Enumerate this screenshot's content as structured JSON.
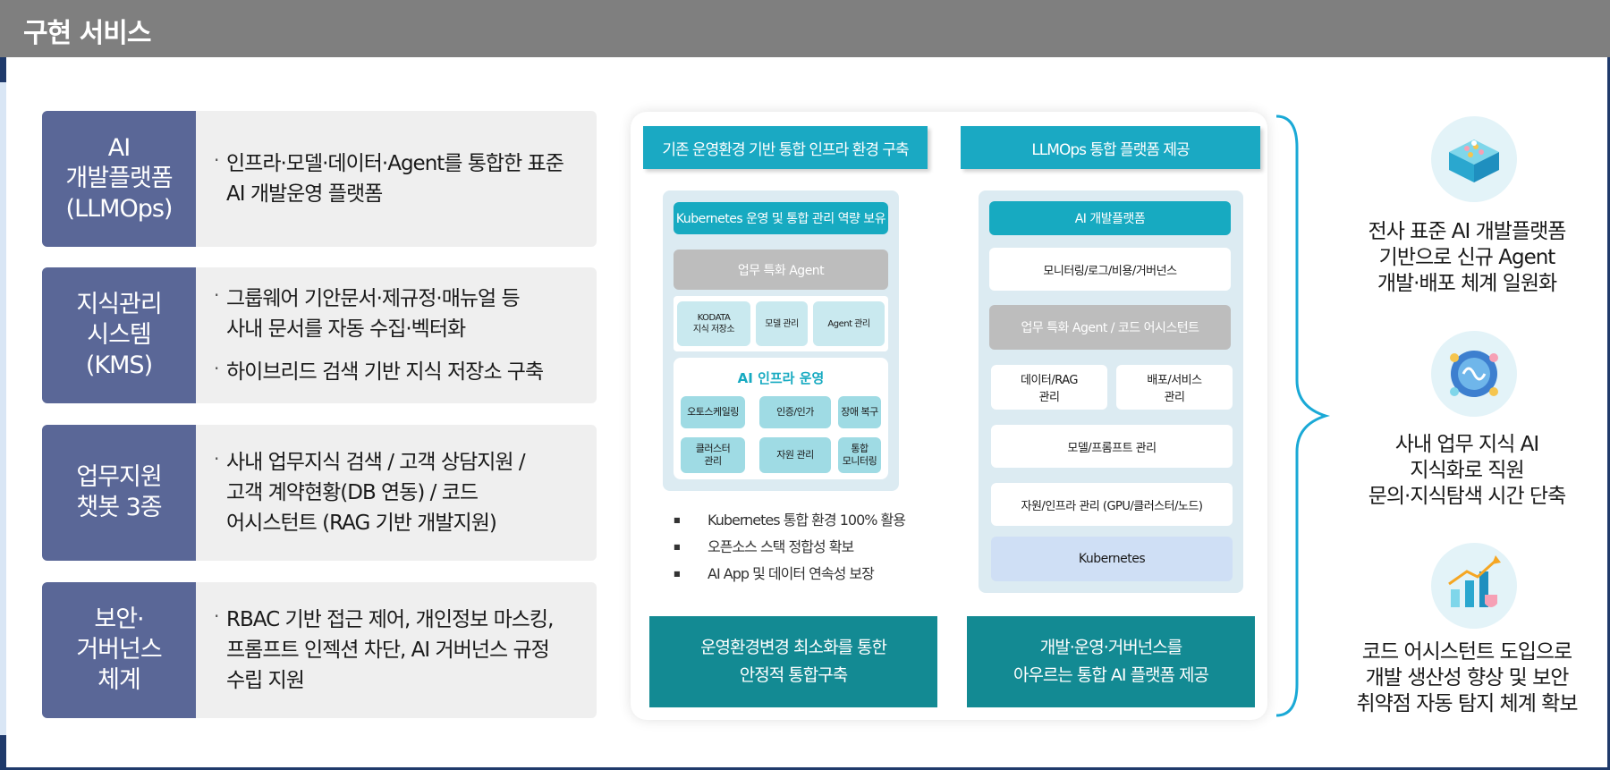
{
  "header": {
    "title": "구현 서비스"
  },
  "rows": [
    {
      "label": "AI\n개발플랫폼\n(LLMOps)",
      "bullets": [
        "인프라·모델·데이터·Agent를 통합한 표준\nAI 개발운영 플랫폼"
      ]
    },
    {
      "label": "지식관리\n시스템\n(KMS)",
      "bullets": [
        "그룹웨어 기안문서·제규정·매뉴얼 등\n사내 문서를 자동 수집·벡터화",
        "하이브리드 검색 기반 지식 저장소 구축"
      ]
    },
    {
      "label": "업무지원\n챗봇 3종",
      "bullets": [
        "사내 업무지식 검색 / 고객 상담지원 /\n고객 계약현황(DB 연동) / 코드\n어시스턴트 (RAG 기반 개발지원)"
      ]
    },
    {
      "label": "보안·\n거버넌스\n체계",
      "bullets": [
        "RBAC 기반 접근 제어, 개인정보 마스킹,\n프롬프트 인젝션 차단, AI 거버넌스 규정\n수립 지원"
      ]
    }
  ],
  "middle": {
    "left": {
      "header": "기존 운영환경 기반 통합 인프라 환경 구축",
      "k8s_box": "Kubernetes 운영 및 통합 관리 역량 보유",
      "agent_box": "업무 특화 Agent",
      "small_boxes": [
        "KODATA\n지식 저장소",
        "모델 관리",
        "Agent 관리"
      ],
      "infra_title": "AI 인프라 운영",
      "infra_cells": [
        "오토스케일링",
        "인증/인가",
        "장애 복구",
        "클러스터\n관리",
        "자원 관리",
        "통합\n모니터링"
      ],
      "list": [
        "Kubernetes 통합 환경 100% 활용",
        "오픈소스 스택 정합성 확보",
        "AI App 및 데이터 연속성 보장"
      ],
      "bottom": "운영환경변경 최소화를 통한\n안정적 통합구축"
    },
    "right": {
      "header": "LLMOps 통합 플랫폼 제공",
      "platform_box": "AI 개발플랫폼",
      "monitor_box": "모니터링/로그/비용/거버넌스",
      "agent_box": "업무 특화 Agent / 코드 어시스턴트",
      "data_box": "데이터/RAG\n관리",
      "deploy_box": "배포/서비스\n관리",
      "model_box": "모델/프롬프트 관리",
      "resource_box": "자원/인프라 관리 (GPU/클러스터/노드)",
      "k8s_box": "Kubernetes",
      "bottom": "개발·운영·거버넌스를\n아우르는 통합 AI 플랫폼 제공"
    }
  },
  "effects": [
    {
      "icon": "platform-cube-icon",
      "text": "전사 표준 AI 개발플랫폼\n기반으로 신규 Agent\n개발·배포 체계 일원화"
    },
    {
      "icon": "brain-knowledge-icon",
      "text": "사내 업무 지식 AI\n지식화로 직원\n문의·지식탐색 시간 단축"
    },
    {
      "icon": "growth-security-icon",
      "text": "코드 어시스턴트 도입으로\n개발 생산성 향상 및 보안\n취약점 자동 탐지 체계 확보"
    }
  ],
  "colors": {
    "header": "#7f7f7f",
    "label_bg": "#5a6797",
    "teal": "#17aac1",
    "dark_teal": "#138a93",
    "brace": "#1aa9d6"
  }
}
